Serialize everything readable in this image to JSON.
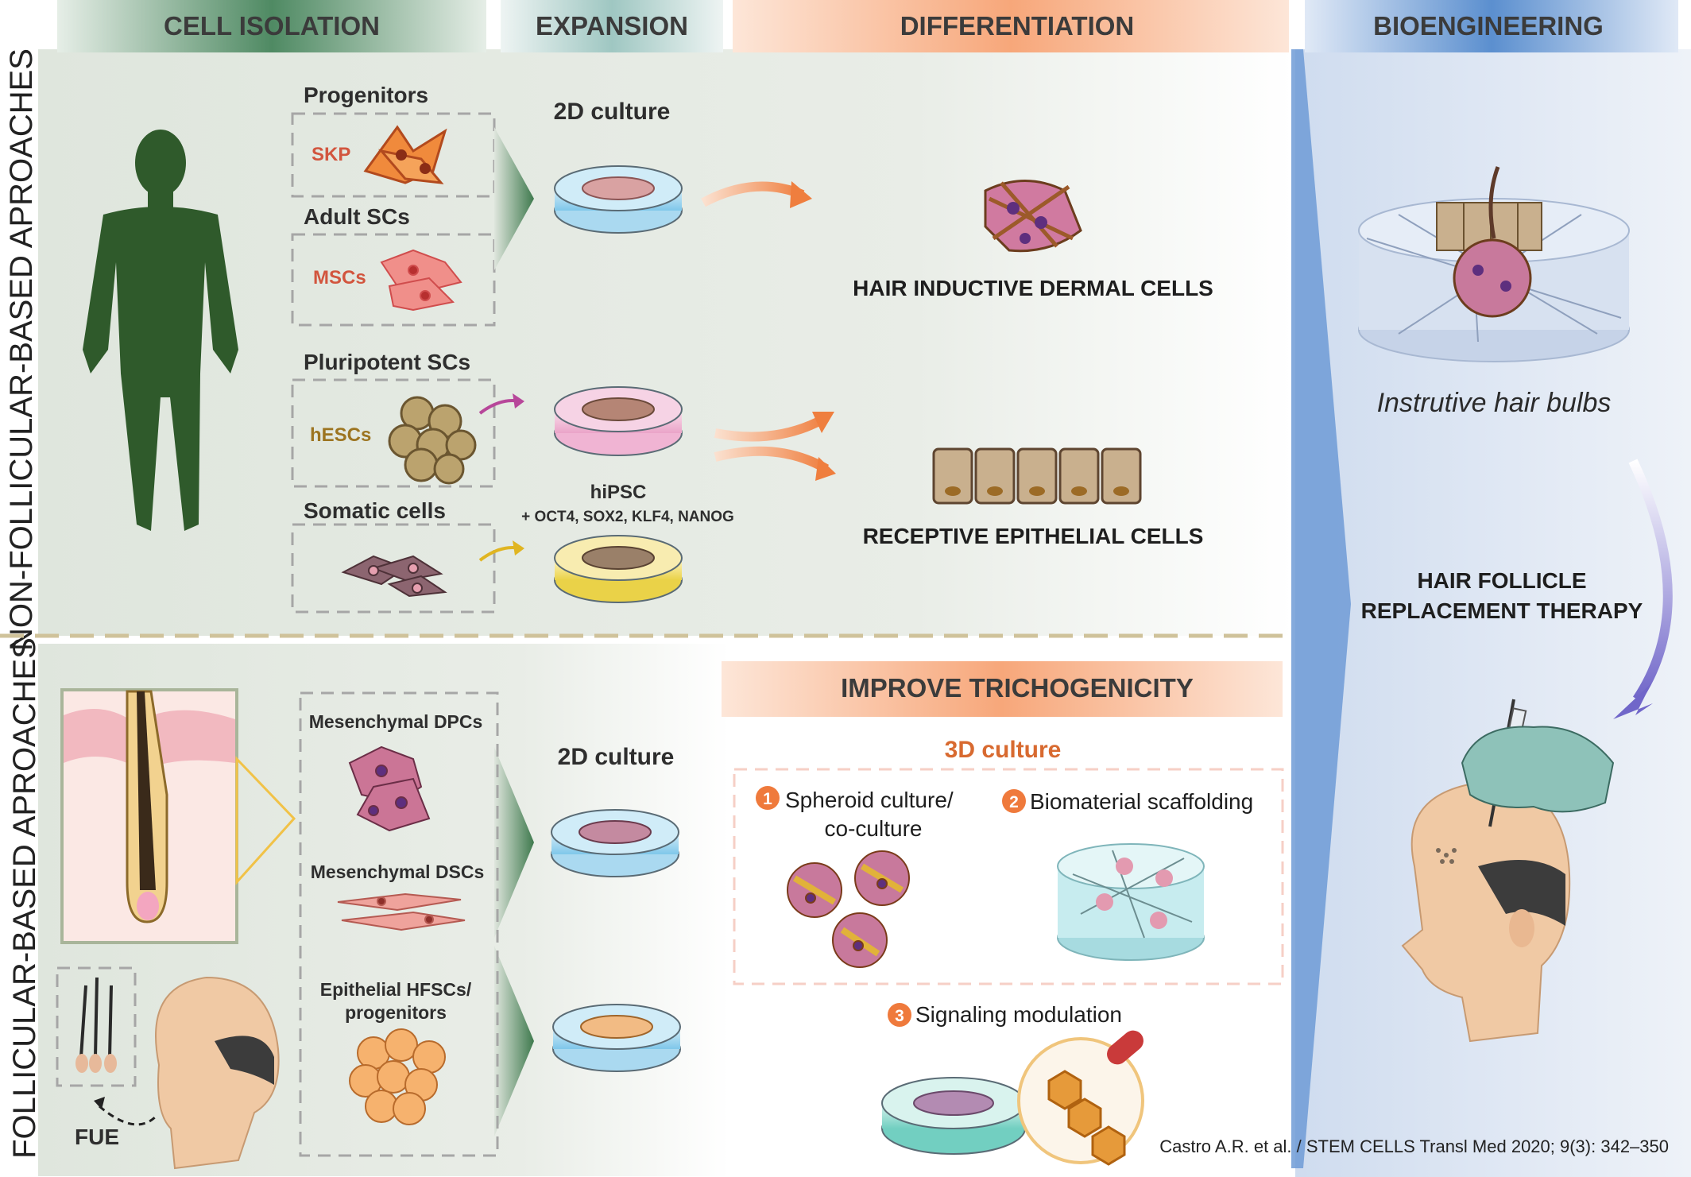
{
  "headers": {
    "cell_isolation": "CELL ISOLATION",
    "expansion": "EXPANSION",
    "differentiation": "DIFFERENTIATION",
    "bioengineering": "BIOENGINEERING"
  },
  "side_labels": {
    "non_follicular": "NON-FOLLICULAR-BASED APROACHES",
    "follicular": "FOLLICULAR-BASED APROACHES"
  },
  "non_follicular": {
    "progenitors": "Progenitors",
    "skp": "SKP",
    "adult_scs": "Adult SCs",
    "mscs": "MSCs",
    "pluripotent_scs": "Pluripotent SCs",
    "hescs": "hESCs",
    "somatic_cells": "Somatic cells",
    "culture_2d": "2D culture",
    "hipsc": "hiPSC",
    "factors": "+ OCT4, SOX2, KLF4, NANOG",
    "dermal_cells": "HAIR INDUCTIVE DERMAL CELLS",
    "epithelial_cells": "RECEPTIVE EPITHELIAL CELLS"
  },
  "follicular": {
    "mesenchymal_dpcs": "Mesenchymal DPCs",
    "mesenchymal_dscs": "Mesenchymal DSCs",
    "epithelial_line1": "Epithelial HFSCs/",
    "epithelial_line2": "progenitors",
    "culture_2d": "2D culture",
    "fue": "FUE"
  },
  "improve": {
    "title": "IMPROVE TRICHOGENICITY",
    "culture_3d": "3D culture",
    "step1_num": "1",
    "step1_line1": "Spheroid culture/",
    "step1_line2": "co-culture",
    "step2_num": "2",
    "step2": "Biomaterial scaffolding",
    "step3_num": "3",
    "step3": "Signaling modulation"
  },
  "bioengineering": {
    "bulbs": "Instrutive hair bulbs",
    "therapy_line1": "HAIR FOLLICLE",
    "therapy_line2": "REPLACEMENT THERAPY"
  },
  "citation": "Castro A.R. et al. / STEM CELLS Transl Med 2020; 9(3): 342–350",
  "colors": {
    "green_header": "#4f8a63",
    "teal_header": "#9fc7c2",
    "orange_header": "#f7a77a",
    "blue_header": "#5b8fcf",
    "body_silhouette": "#2f5a2b",
    "orange_accent": "#e8763a",
    "panel_bg": "#e4e8e1",
    "blue_panel": "#dfe7f4"
  }
}
